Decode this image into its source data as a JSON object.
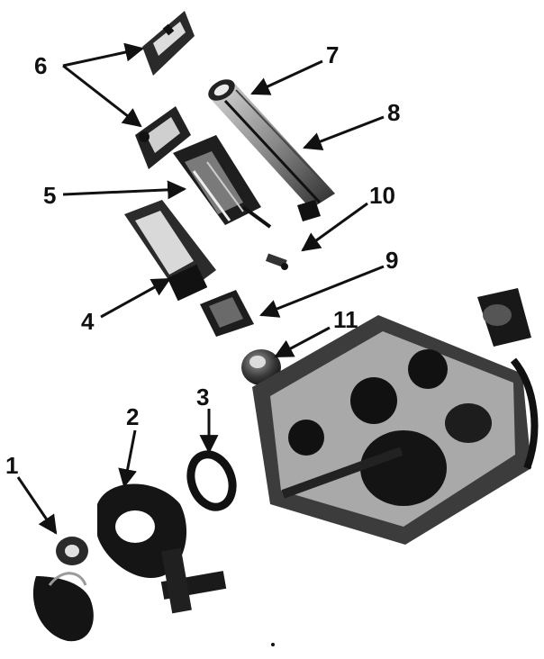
{
  "colors": {
    "ink": "#111111",
    "part_dark": "#1e1e1e",
    "part_mid": "#5a5a5a",
    "part_light": "#bdbdbd",
    "paper": "#ffffff"
  },
  "callouts": [
    {
      "id": "1",
      "label": "1"
    },
    {
      "id": "2",
      "label": "2"
    },
    {
      "id": "3",
      "label": "3"
    },
    {
      "id": "4",
      "label": "4"
    },
    {
      "id": "5",
      "label": "5"
    },
    {
      "id": "6",
      "label": "6"
    },
    {
      "id": "7",
      "label": "7"
    },
    {
      "id": "8",
      "label": "8"
    },
    {
      "id": "9",
      "label": "9"
    },
    {
      "id": "10",
      "label": "10"
    },
    {
      "id": "11",
      "label": "11"
    }
  ]
}
